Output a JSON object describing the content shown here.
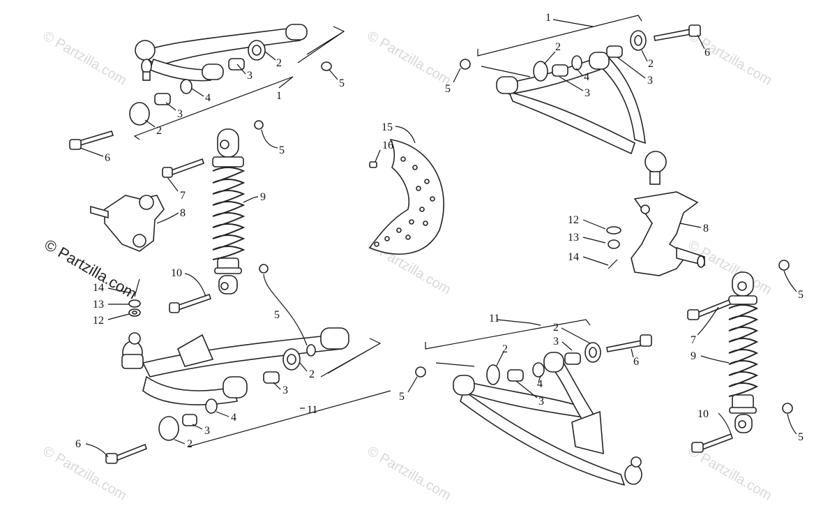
{
  "watermark": {
    "text": "© Partzilla.com",
    "overlay_text": "© Partzilla.com"
  },
  "labels": {
    "L1": "1",
    "L2": "2",
    "L2b": "2",
    "L2c": "2",
    "L2d": "2",
    "L3": "3",
    "L3b": "3",
    "L3c": "3",
    "L3d": "3",
    "L4": "4",
    "L4b": "4",
    "L5": "5",
    "L5b": "5",
    "L5c": "5",
    "L6": "6",
    "L7": "7",
    "L8": "8",
    "L9": "9",
    "L10": "10",
    "L11": "11",
    "L12": "12",
    "L13": "13",
    "L14": "14",
    "L15": "15",
    "L16": "16",
    "R1": "1",
    "R2": "2",
    "R2b": "2",
    "R2c": "2",
    "R2d": "2",
    "R3": "3",
    "R3b": "3",
    "R3c": "3",
    "R3d": "3",
    "R4": "4",
    "R4b": "4",
    "R5": "5",
    "R5b": "5",
    "R5c": "5",
    "R5d": "5",
    "R6": "6",
    "R6b": "6",
    "R7": "7",
    "R8": "8",
    "R9": "9",
    "R10": "10",
    "R11": "11",
    "R12": "12",
    "R13": "13",
    "R14": "14"
  }
}
